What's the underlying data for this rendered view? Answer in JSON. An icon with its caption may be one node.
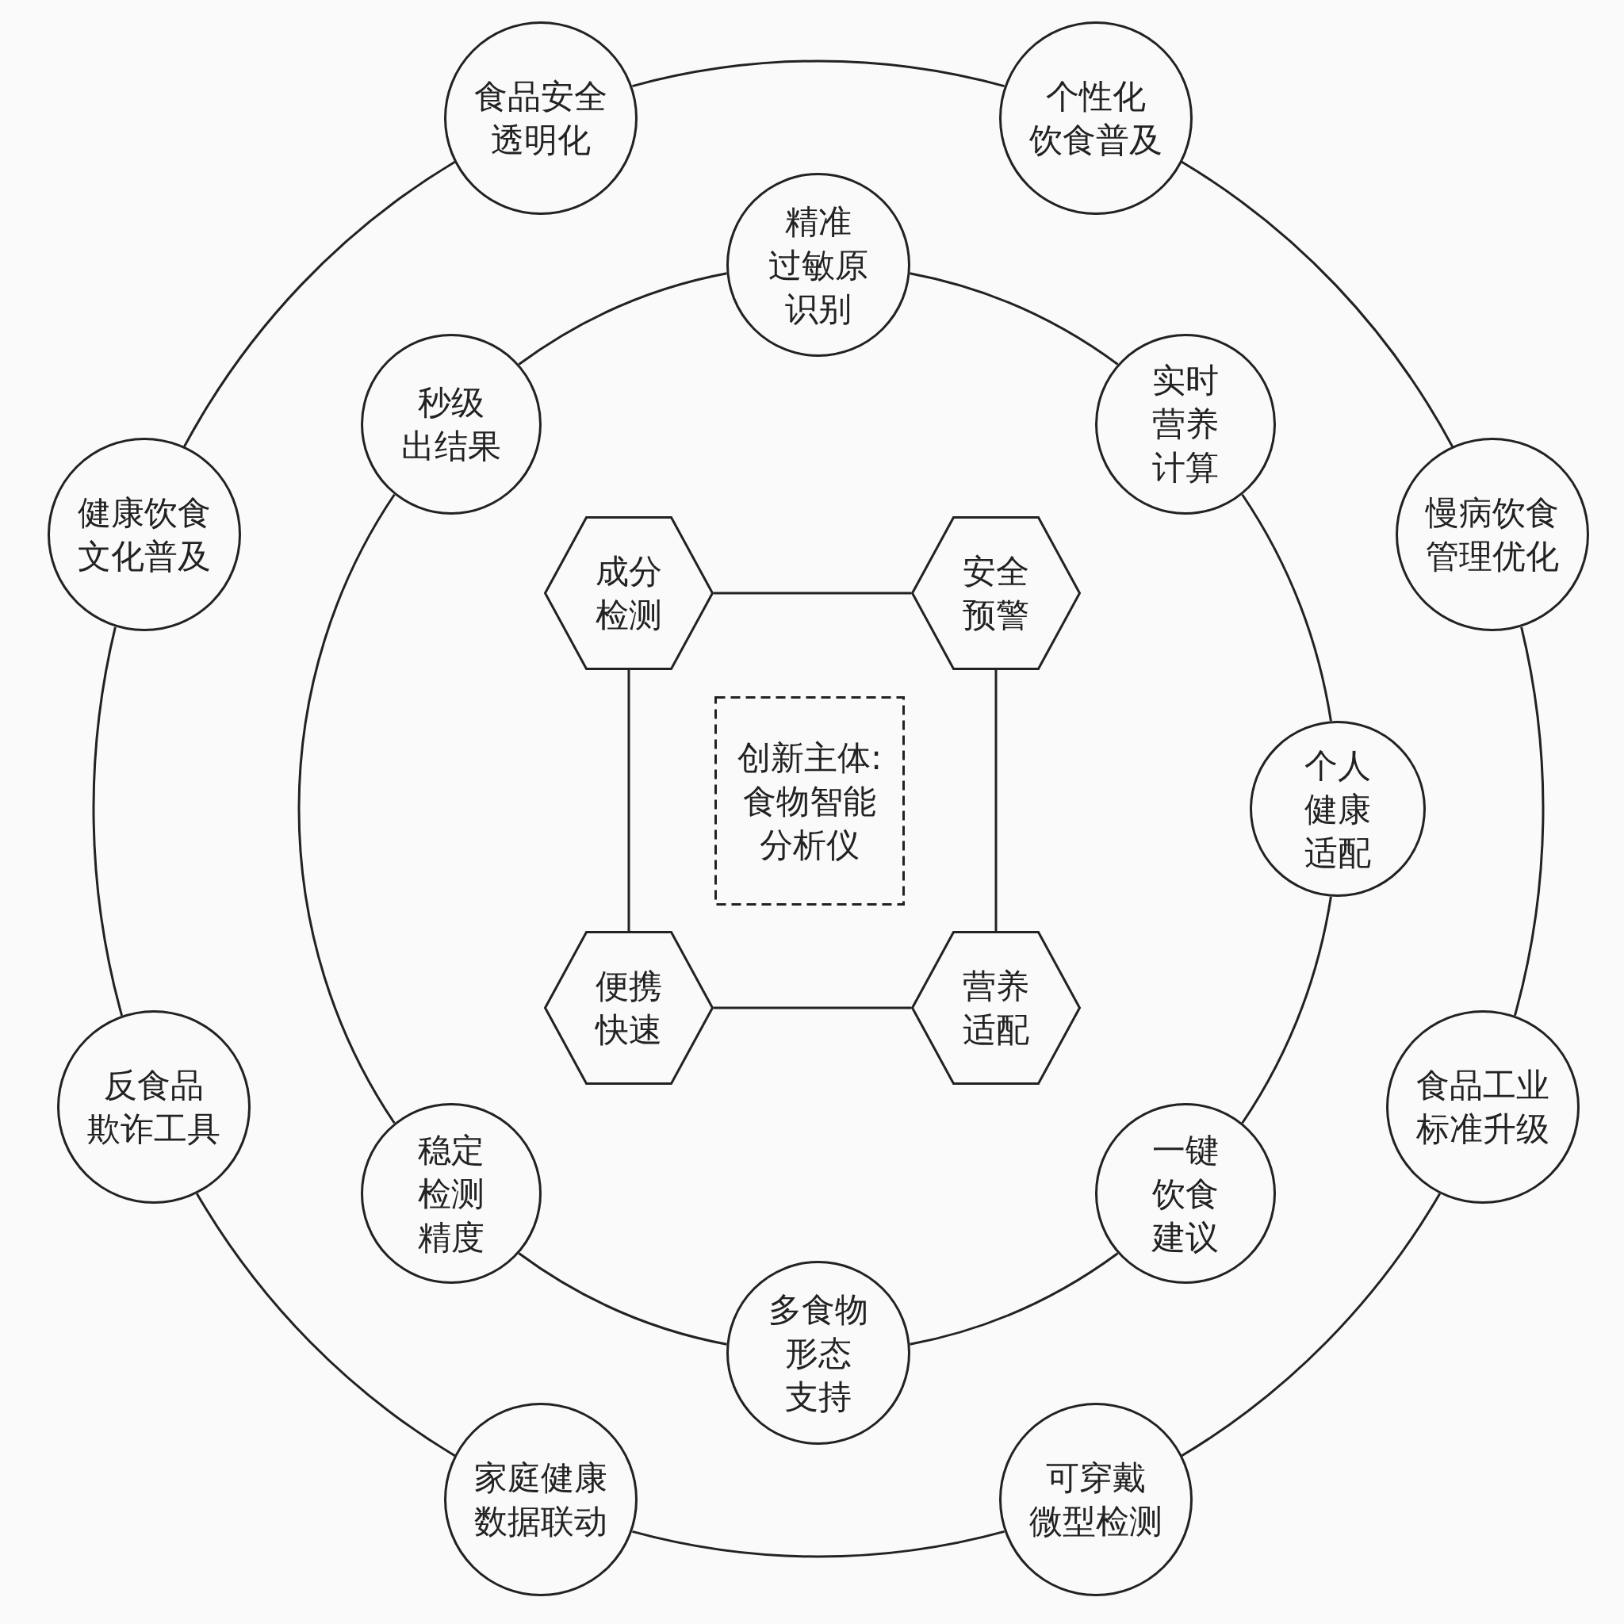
{
  "diagram": {
    "nodes": [
      {
        "text": [
          "创新主体:食物智能分析仪"
        ]
      },
      {
        "text": [
          "成分检测"
        ]
      },
      {
        "text": [
          "安全预警"
        ]
      },
      {
        "text": [
          "便携快速"
        ]
      },
      {
        "text": [
          "营养适配"
        ]
      },
      {
        "text": [
          "精准过敏原识别"
        ]
      },
      {
        "text": [
          "实时营养计算"
        ]
      },
      {
        "text": [
          "个人健康适配"
        ]
      },
      {
        "text": [
          "一键饮食建议"
        ]
      },
      {
        "text": [
          "多食物形态支持"
        ]
      },
      {
        "text": [
          "稳定检测精度"
        ]
      },
      {
        "text": [
          "秒级出结果"
        ]
      },
      {
        "text": [
          "食品安全透明化"
        ]
      },
      {
        "text": [
          "个性化饮食普及"
        ]
      },
      {
        "text": [
          "慢病饮食管理优化"
        ]
      },
      {
        "text": [
          "食品工业标准升级"
        ]
      },
      {
        "text": [
          "可穿戴微型检测"
        ]
      },
      {
        "text": [
          "家庭健康数据联动"
        ]
      },
      {
        "text": [
          "反食品欺诈工具"
        ]
      },
      {
        "text": [
          "健康饮食文化普及"
        ]
      }
    ],
    "edges": [
      {
        "from": 1,
        "to": 2,
        "arrow": "none"
      },
      {
        "from": 2,
        "to": 4,
        "arrow": "none"
      },
      {
        "from": 4,
        "to": 3,
        "arrow": "none"
      },
      {
        "from": 3,
        "to": 1,
        "arrow": "none"
      },
      {
        "from": 5,
        "to": 6,
        "arrow": "none"
      },
      {
        "from": 6,
        "to": 7,
        "arrow": "none"
      },
      {
        "from": 7,
        "to": 8,
        "arrow": "none"
      },
      {
        "from": 8,
        "to": 9,
        "arrow": "none"
      },
      {
        "from": 9,
        "to": 10,
        "arrow": "none"
      },
      {
        "from": 10,
        "to": 11,
        "arrow": "none"
      },
      {
        "from": 11,
        "to": 5,
        "arrow": "none"
      },
      {
        "from": 12,
        "to": 13,
        "arrow": "none"
      },
      {
        "from": 13,
        "to": 14,
        "arrow": "none"
      },
      {
        "from": 14,
        "to": 15,
        "arrow": "none"
      },
      {
        "from": 15,
        "to": 16,
        "arrow": "none"
      },
      {
        "from": 16,
        "to": 17,
        "arrow": "none"
      },
      {
        "from": 17,
        "to": 18,
        "arrow": "none"
      },
      {
        "from": 18,
        "to": 19,
        "arrow": "none"
      },
      {
        "from": 19,
        "to": 12,
        "arrow": "none"
      }
    ]
  }
}
